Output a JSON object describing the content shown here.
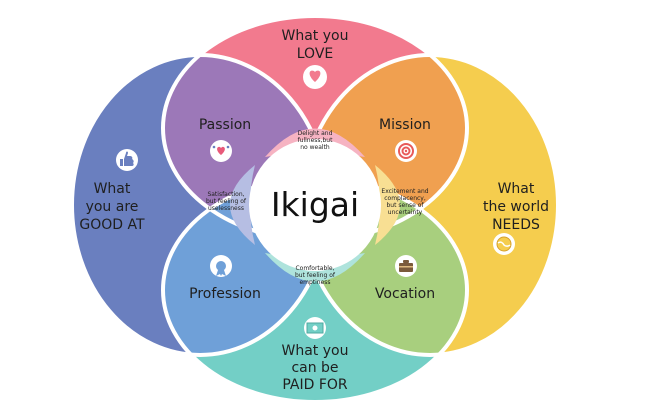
{
  "center": {
    "title": "Ikigai"
  },
  "outer": {
    "love": {
      "line1": "What you",
      "line2": "LOVE"
    },
    "good": {
      "line1": "What",
      "line2": "you are",
      "line3": "GOOD AT"
    },
    "needs": {
      "line1": "What",
      "line2": "the world",
      "line3": "NEEDS"
    },
    "paid": {
      "line1": "What you",
      "line2": "can be",
      "line3": "PAID FOR"
    }
  },
  "inner": {
    "passion": "Passion",
    "mission": "Mission",
    "profession": "Profession",
    "vocation": "Vocation"
  },
  "notes": {
    "top": {
      "line1": "Delight and",
      "line2": "fullness,but",
      "line3": "no wealth"
    },
    "left": {
      "line1": "Satisfaction,",
      "line2": "but feeling of",
      "line3": "uselessness"
    },
    "right": {
      "line1": "Excitement and",
      "line2": "complacency,",
      "line3": "but sense of",
      "line4": "uncertainty"
    },
    "bottom": {
      "line1": "Comfortable,",
      "line2": "but feeling of",
      "line3": "emptiness"
    }
  },
  "colors": {
    "love": "#f27a8e",
    "good": "#6a7fbf",
    "needs": "#f5cd4e",
    "paid": "#73cfc6",
    "passion": "#9c78b8",
    "mission": "#f0a050",
    "profession": "#6fa0d8",
    "vocation": "#a8cf7e",
    "note_top": "#f6b3c2",
    "note_left": "#b6bee3",
    "note_right": "#f8df93",
    "note_bottom": "#aee3dc",
    "icon_bg": "#ffffff"
  },
  "icons": {
    "love": "heart-icon",
    "good": "thumbs-up-icon",
    "needs": "globe-icon",
    "paid": "money-icon",
    "passion": "heart-stars-icon",
    "mission": "target-icon",
    "profession": "award-icon",
    "vocation": "briefcase-icon"
  }
}
